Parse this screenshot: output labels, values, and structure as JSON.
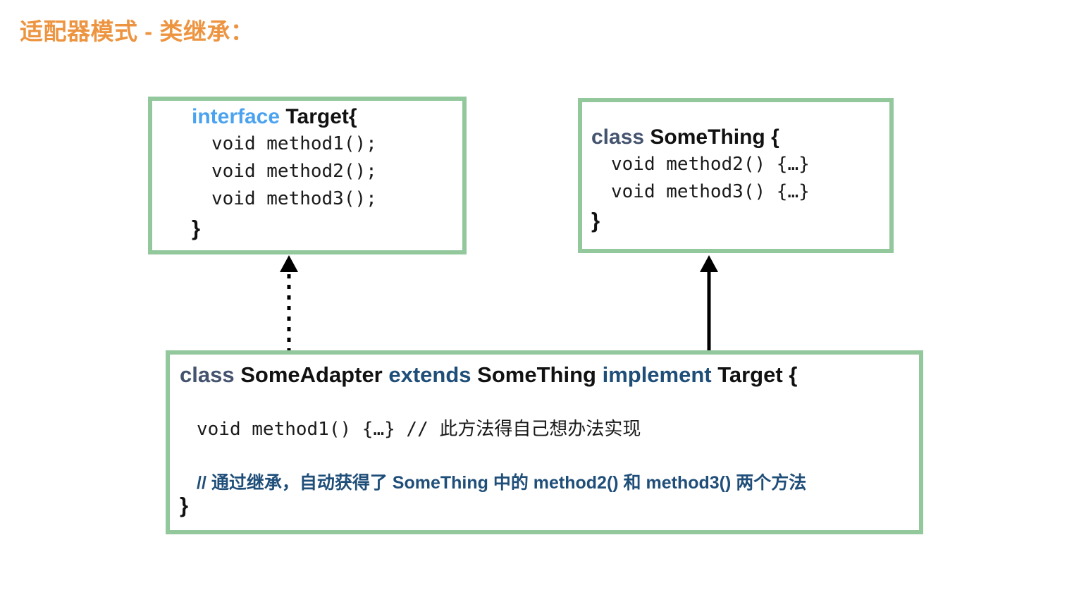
{
  "slide": {
    "title": "适配器模式 - 类继承：",
    "title_color": "#ED9440",
    "background": "#ffffff",
    "box_border_color": "#92C89C"
  },
  "colors": {
    "keyword_interface": "#4BA3F0",
    "keyword_class": "#44536E",
    "keyword_extends": "#1F4E79",
    "keyword_implement": "#1F4E79",
    "comment_blue": "#1F4E79",
    "code_black": "#111111",
    "box_border": "#92C89C"
  },
  "boxes": {
    "target": {
      "signature": {
        "keyword": "interface",
        "name": "Target",
        "brace": "{"
      },
      "members": [
        "void method1();",
        "void method2();",
        "void method3();"
      ],
      "close_brace": "}"
    },
    "something": {
      "signature": {
        "keyword": "class",
        "name": "SomeThing",
        "brace": "{"
      },
      "members": [
        "void method2() {…}",
        "void method3() {…}"
      ],
      "close_brace": "}"
    },
    "adapter": {
      "signature": {
        "keyword_class": "class",
        "name": "SomeAdapter",
        "keyword_extends": "extends",
        "super_name": "SomeThing",
        "keyword_implement": "implement",
        "interface_name": "Target",
        "brace": "{"
      },
      "method_line": "void method1() {…} // 此方法得自己想办法实现",
      "comment_line": "// 通过继承，自动获得了 SomeThing 中的 method2() 和 method3() 两个方法",
      "close_brace": "}"
    }
  },
  "arrows": [
    {
      "name": "implements-arrow",
      "style": "dotted",
      "head": "solid-triangle",
      "from": "SomeAdapter",
      "to": "Target"
    },
    {
      "name": "extends-arrow",
      "style": "solid",
      "head": "solid-triangle",
      "from": "SomeAdapter",
      "to": "SomeThing"
    }
  ]
}
